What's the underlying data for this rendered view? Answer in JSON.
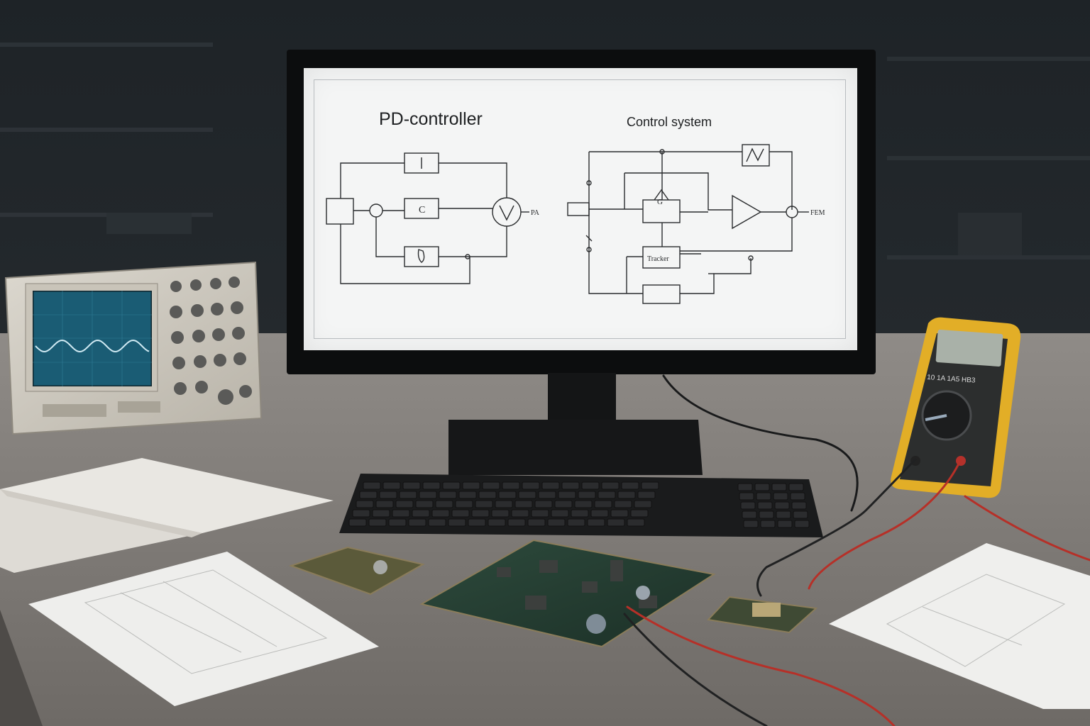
{
  "monitor": {
    "diagram_left": {
      "title": "PD-controller",
      "block_labels": [
        "C"
      ],
      "output_label": "PA"
    },
    "diagram_right": {
      "title": "Control system",
      "block_labels": [
        "G",
        "Tracker"
      ],
      "output_label": "FEM"
    }
  },
  "oscilloscope": {
    "trace": "sine-wave"
  },
  "multimeter": {
    "ranges": [
      "10",
      "1A",
      "1A5",
      "HB3"
    ]
  }
}
